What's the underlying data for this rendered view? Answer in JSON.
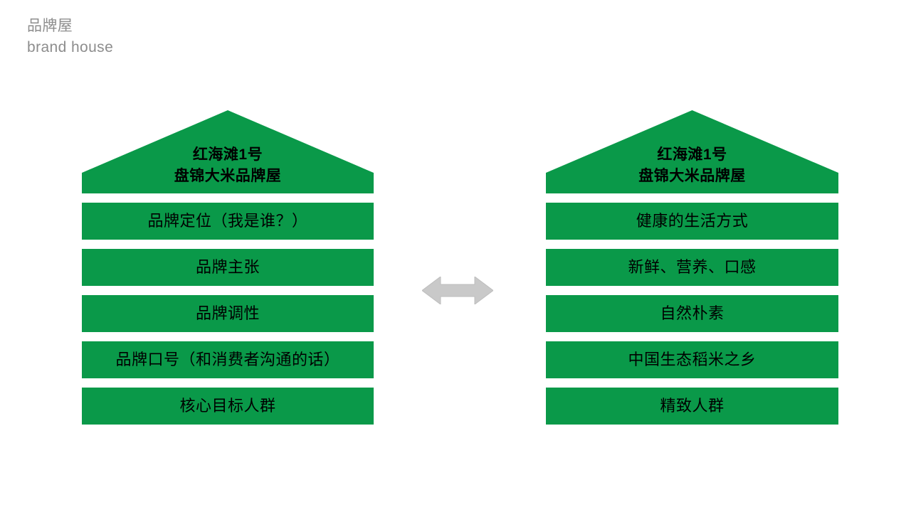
{
  "page": {
    "title_zh": "品牌屋",
    "title_en": "brand house",
    "title_color": "#8d8d8d",
    "background": "#ffffff"
  },
  "theme": {
    "green": "#0a9949",
    "text_dark": "#000000",
    "arrow_fill": "#c9c9c9",
    "arrow_stroke": "#bdbdbd"
  },
  "houses": [
    {
      "id": "left",
      "roof": {
        "line1": "红海滩1号",
        "line2": "盘锦大米品牌屋"
      },
      "bars": [
        {
          "label": "品牌定位（我是谁？）"
        },
        {
          "label": "品牌主张"
        },
        {
          "label": "品牌调性"
        },
        {
          "label": "品牌口号（和消费者沟通的话）"
        },
        {
          "label": "核心目标人群"
        }
      ]
    },
    {
      "id": "right",
      "roof": {
        "line1": "红海滩1号",
        "line2": "盘锦大米品牌屋"
      },
      "bars": [
        {
          "label": "健康的生活方式"
        },
        {
          "label": "新鲜、营养、口感"
        },
        {
          "label": "自然朴素"
        },
        {
          "label": "中国生态稻米之乡"
        },
        {
          "label": "精致人群"
        }
      ]
    }
  ],
  "connector": {
    "icon": "double-headed-arrow",
    "direction": "horizontal-both"
  }
}
